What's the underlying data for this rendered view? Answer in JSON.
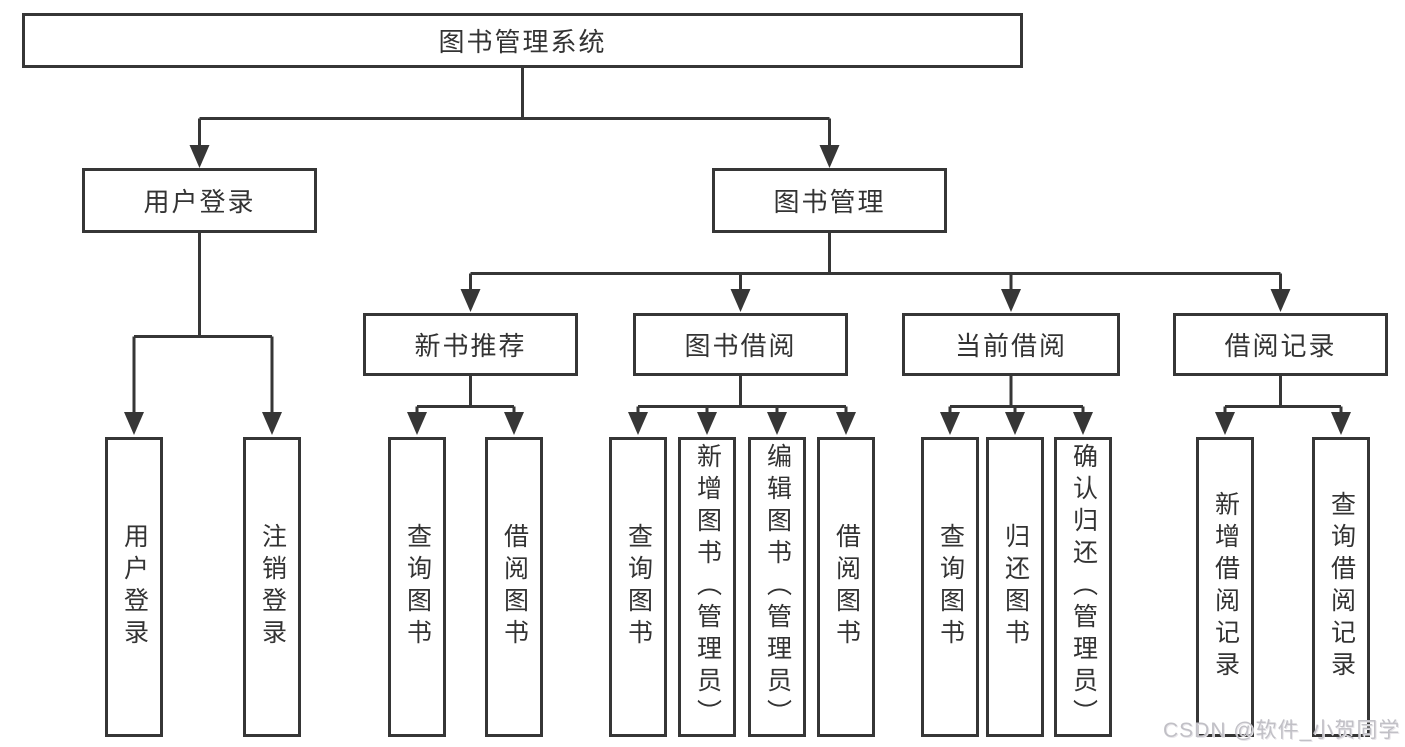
{
  "diagram": {
    "watermark": "CSDN @软件_小贺同学",
    "colors": {
      "line": "#363636",
      "box_border": "#363636",
      "text": "#333333",
      "background": "#ffffff",
      "watermark_text": "#c1c0c6"
    }
  },
  "tree": {
    "label": "图书管理系统",
    "children": [
      {
        "label": "用户登录",
        "children": [
          {
            "label": "用户登录"
          },
          {
            "label": "注销登录"
          }
        ]
      },
      {
        "label": "图书管理",
        "children": [
          {
            "label": "新书推荐",
            "children": [
              {
                "label": "查询图书"
              },
              {
                "label": "借阅图书"
              }
            ]
          },
          {
            "label": "图书借阅",
            "children": [
              {
                "label": "查询图书"
              },
              {
                "label": "新增图书（管理员）"
              },
              {
                "label": "编辑图书（管理员）"
              },
              {
                "label": "借阅图书"
              }
            ]
          },
          {
            "label": "当前借阅",
            "children": [
              {
                "label": "查询图书"
              },
              {
                "label": "归还图书"
              },
              {
                "label": "确认归还（管理员）"
              }
            ]
          },
          {
            "label": "借阅记录",
            "children": [
              {
                "label": "新增借阅记录"
              },
              {
                "label": "查询借阅记录"
              }
            ]
          }
        ]
      }
    ]
  }
}
